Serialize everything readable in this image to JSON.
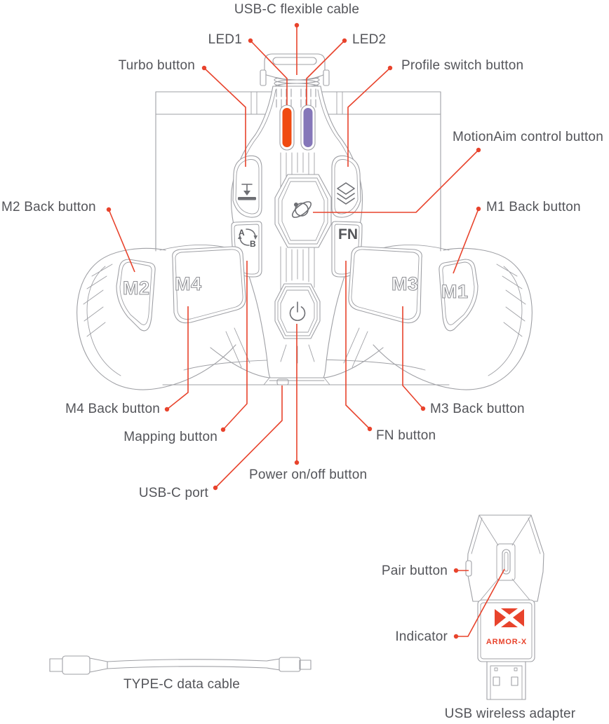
{
  "diagram": {
    "callouts": {
      "usb_c_flexible_cable": "USB-C flexible cable",
      "led1": "LED1",
      "led2": "LED2",
      "turbo_button": "Turbo button",
      "profile_switch_button": "Profile switch button",
      "motionaim_control_button": "MotionAim control button",
      "m2_back_button": "M2 Back button",
      "m1_back_button": "M1 Back button",
      "m4_back_button": "M4 Back button",
      "mapping_button": "Mapping button",
      "usb_c_port": "USB-C port",
      "power_on_off_button": "Power on/off button",
      "fn_button": "FN button",
      "m3_back_button": "M3 Back button",
      "pair_button": "Pair button",
      "indicator": "Indicator",
      "type_c_data_cable": "TYPE-C data cable",
      "usb_wireless_adapter": "USB wireless adapter"
    },
    "device_markings": {
      "m1": "M1",
      "m2": "M2",
      "m3": "M3",
      "m4": "M4",
      "fn": "FN",
      "adapter_logo_text": "ARMOR-X"
    },
    "colors": {
      "leader_line": "#e8432c",
      "led1_fill": "#f04a10",
      "led2_fill": "#8577b9",
      "logo_red": "#e8432c",
      "line_art": "#9fa0a5",
      "label_text": "#54555a"
    }
  }
}
